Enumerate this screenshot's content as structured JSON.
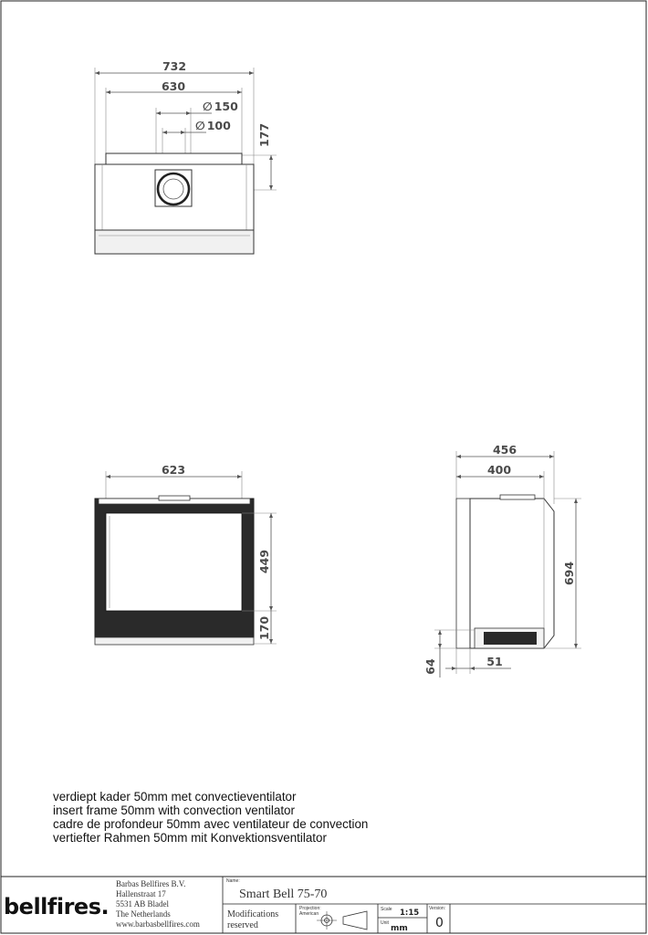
{
  "top_view": {
    "width_outer": "732",
    "width_inner": "630",
    "flue_outer": "150",
    "flue_inner": "100",
    "depth_to_flue": "177"
  },
  "front_view": {
    "width": "623",
    "glass_height": "449",
    "base_height": "170"
  },
  "side_view": {
    "depth_outer": "456",
    "depth_inner": "400",
    "height": "694",
    "foot_height": "64",
    "foot_offset": "51"
  },
  "symbols": {
    "diameter": "∅"
  },
  "description": {
    "nl": "verdiept kader 50mm met convectieventilator",
    "en": "insert frame 50mm with convection ventilator",
    "fr": "cadre de profondeur 50mm avec ventilateur de convection",
    "de": "vertiefter Rahmen 50mm mit Konvektionsventilator"
  },
  "title_block": {
    "logo": "bellfires.",
    "company": "Barbas Bellfires B.V.",
    "street": "Hallenstraat 17",
    "city": "5531 AB Bladel",
    "country": "The Netherlands",
    "website": "www.barbasbellfires.com",
    "name_label": "Name:",
    "product_name": "Smart Bell 75-70",
    "modifications_1": "Modifications",
    "modifications_2": "reserved",
    "projection_label_1": "Projection:",
    "projection_label_2": "American",
    "scale_label": "Scale",
    "scale_value": "1:15",
    "unit_label": "Unit",
    "unit_value": "mm",
    "version_label": "Version:",
    "version_value": "0"
  }
}
